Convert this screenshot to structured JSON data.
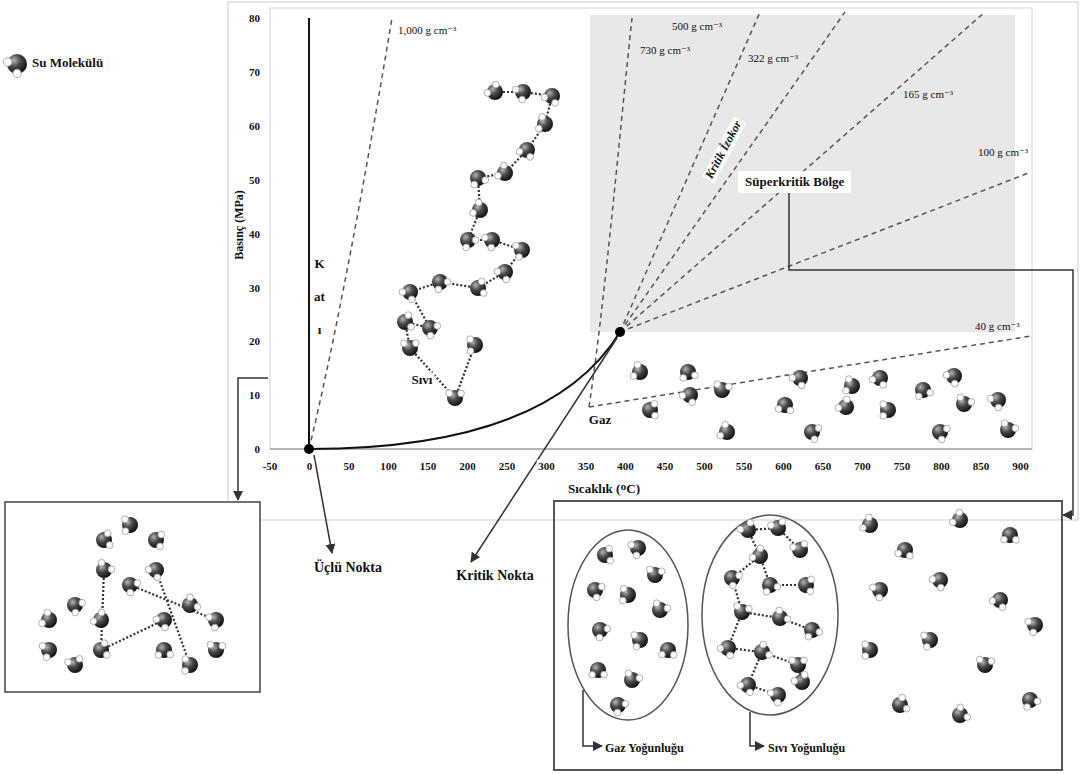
{
  "diagram": {
    "nodes": [
      {
        "text": [
          "Süperkritik Bölge"
        ]
      },
      {
        "text": [
          "Gaz Yoğunluğu",
          "Sıvı Yoğunluğu"
        ]
      }
    ],
    "edges": [
      {
        "from": 0,
        "to": 1,
        "arrow": "to"
      }
    ],
    "labels": [
      "Basınç (MPa)",
      "Sıcaklık (ᴼC)",
      "80",
      "70",
      "60",
      "50",
      "40",
      "30",
      "20",
      "10",
      "0",
      "-50",
      "0",
      "50",
      "100",
      "150",
      "200",
      "250",
      "300",
      "350",
      "400",
      "450",
      "500",
      "550",
      "600",
      "650",
      "700",
      "750",
      "800",
      "850",
      "900",
      "1,000 g cm⁻³",
      "730 g cm⁻³",
      "500 g cm⁻³",
      "322 g cm⁻³",
      "165 g cm⁻³",
      "100 g cm⁻³",
      "40 g cm⁻³",
      "Kritik İzokor",
      "Katı",
      "Sıvı",
      "Gaz",
      "Üçlü Nokta",
      "Kritik Nokta"
    ],
    "legend": [
      {
        "text": "Su Molekülü"
      }
    ]
  }
}
